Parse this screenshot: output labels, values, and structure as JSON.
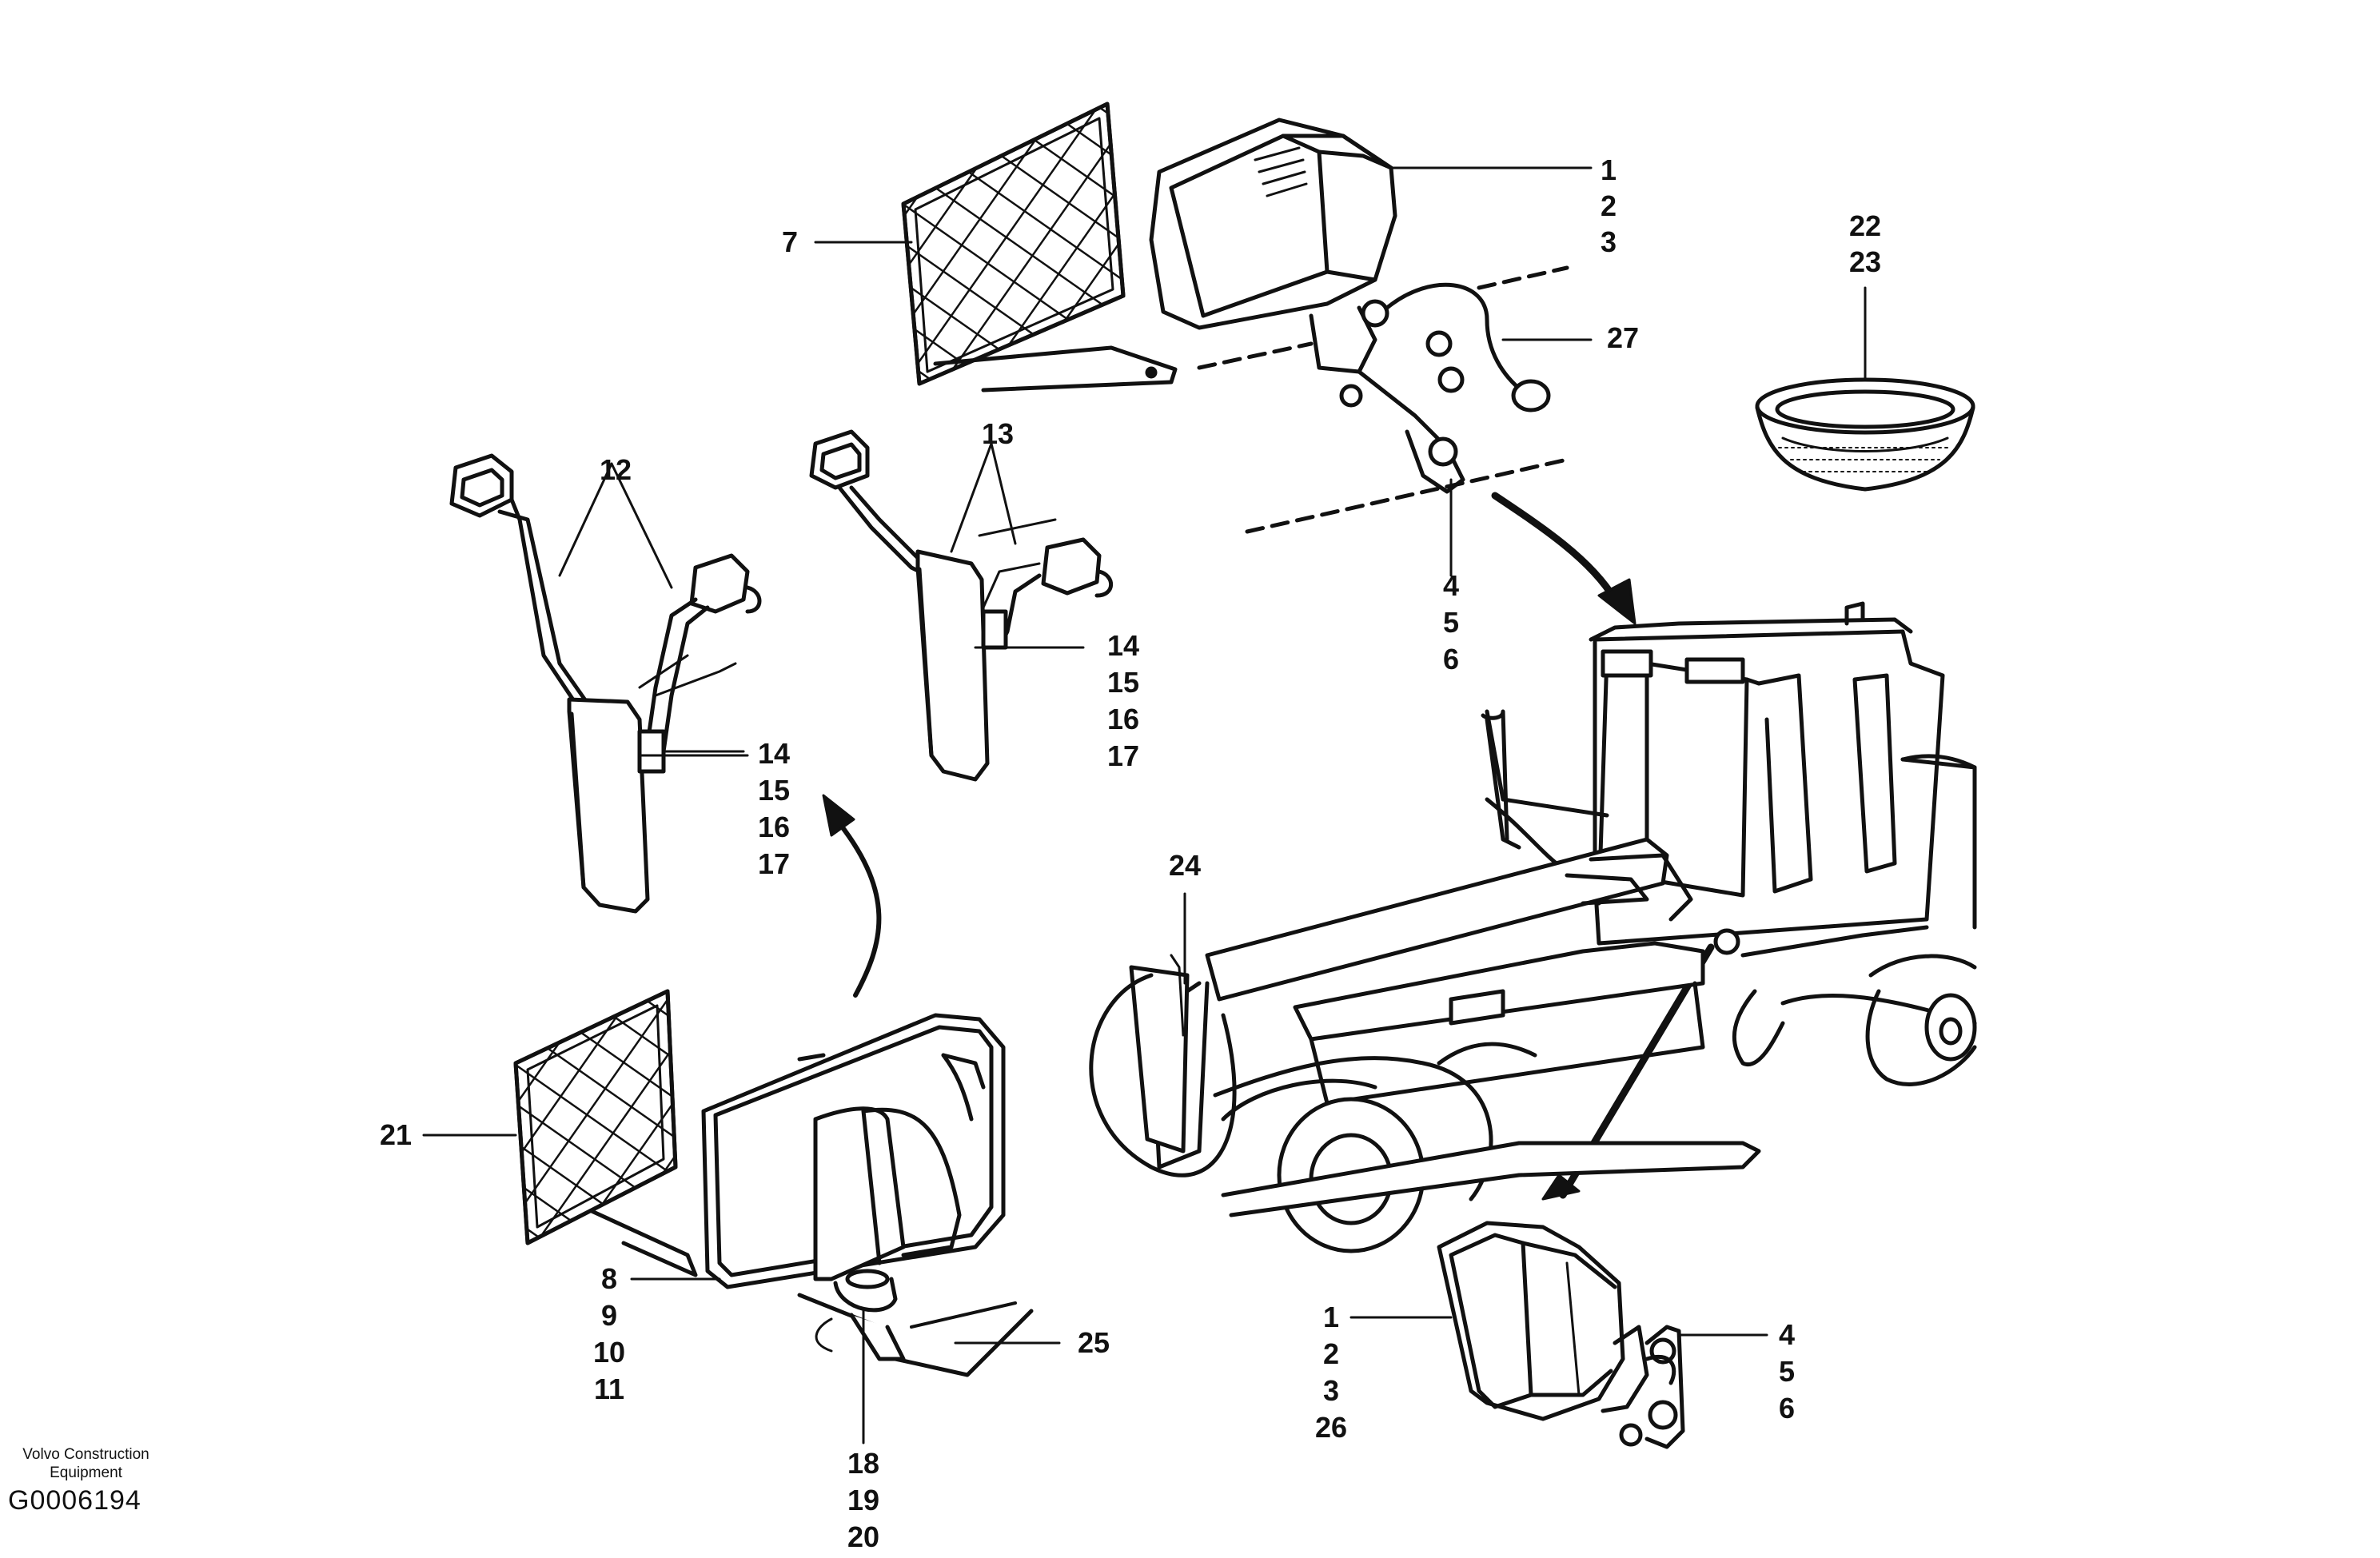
{
  "diagram": {
    "footer": {
      "maker_line1": "Volvo Construction",
      "maker_line2": "Equipment",
      "drawing_code": "G0006194"
    },
    "callouts": {
      "c1": [
        "1",
        "2",
        "3"
      ],
      "c7": [
        "7"
      ],
      "c27": [
        "27"
      ],
      "c22": [
        "22",
        "23"
      ],
      "c12": [
        "12"
      ],
      "c13": [
        "13"
      ],
      "c14a": [
        "14",
        "15",
        "16",
        "17"
      ],
      "c14b": [
        "14",
        "15",
        "16",
        "17"
      ],
      "c4a": [
        "4",
        "5",
        "6"
      ],
      "c24": [
        "24"
      ],
      "c21": [
        "21"
      ],
      "c8": [
        "8",
        "9",
        "10",
        "11"
      ],
      "c25": [
        "25"
      ],
      "c18": [
        "18",
        "19",
        "20"
      ],
      "c1b": [
        "1",
        "2",
        "3",
        "26"
      ],
      "c4b": [
        "4",
        "5",
        "6"
      ]
    }
  }
}
